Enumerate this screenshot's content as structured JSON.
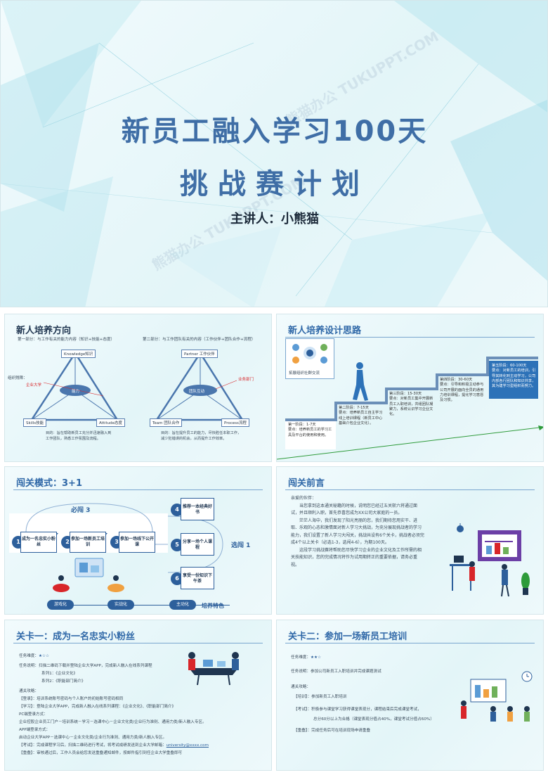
{
  "cover": {
    "title_line1": "新员工融入学习100天",
    "title_line2": "挑战赛计划",
    "speaker": "主讲人：小熊猫",
    "watermark": "熊猫办公 TUKUPPT.COM"
  },
  "slide2": {
    "title": "新人培养方向",
    "part1_heading": "第一部分：与工作有关的能力内容（知识+技能+态度）",
    "part2_heading": "第二部分：与工作团队有关的内容（工作伙伴+团队合作+流程）",
    "tri1": {
      "top": "Knowledge知识",
      "center": "能力",
      "left": "Skills技能",
      "right": "Attitude态度",
      "side": "组织残障：",
      "side_red": "企业大学"
    },
    "tri2": {
      "top": "Partner 工作伙伴",
      "center": "团队互动",
      "left": "Team 团队合作",
      "right": "Process流程",
      "side_red": "业务部门"
    },
    "note1": [
      "目的：旨在帮助新员工充分并迅速融入到",
      "工作团队，熟悉工作氛围及流程。"
    ],
    "note2": [
      "目的：旨在提升员工的能力，尽快胜任本职工作，",
      "减少犯错误的机会，从而提升工作效率。"
    ]
  },
  "slide3": {
    "title": "新人培养设计思路",
    "img_caption": "拓展组织社群交流",
    "steps": [
      {
        "title": "第一阶段：1-7天",
        "body": "要点：培养新员工的学习工具及平台的使用和使用。"
      },
      {
        "title": "第二阶段：7-15天",
        "body": "要点：培养新员工自主学习线上培训课程（新员工中心基础介包企业文化）。"
      },
      {
        "title": "第三阶段：15-30天",
        "body": "要点：对新员工集中开展新员工入职培训，共组团队凝聚力，系统认识学习企业文化。"
      },
      {
        "title": "第四阶段：30-60天",
        "body": "要点：引导和积极主动参与公司开展的面向全员的通用力培训课程，提化学习意愿及习惯。"
      },
      {
        "title": "第五阶段：60-100天",
        "body": "要点：对新员工的培训，引导其转化到主动学习，公司内部各行团队和知识共享，其为建学习型组织而努力。"
      }
    ]
  },
  "slide4": {
    "title": "闯关模式：3+1",
    "must": "必闯 3",
    "optional": "选闯 1",
    "must_items": [
      {
        "num": "1",
        "text": "成为一名忠实小粉丝"
      },
      {
        "num": "2",
        "text": "参加一场新员工培训"
      },
      {
        "num": "3",
        "text": "参加一场线下公开课"
      }
    ],
    "opt_items": [
      {
        "num": "4",
        "text": "推荐一本经典好书"
      },
      {
        "num": "5",
        "text": "分享一场个人课程"
      },
      {
        "num": "6",
        "text": "享受一份知识下午茶"
      }
    ],
    "pills": [
      "游戏化",
      "实战化",
      "主动化"
    ],
    "feature": "培养特色"
  },
  "slide5": {
    "title": "闯关前言",
    "paragraphs": [
      "亲爱的伙伴：",
      "当您拿到这本通关秘籍的时候，说明您已经过五关斩六将通过面试，并且顺利入职，首先恭喜您成为XX公司大家庭的一员。",
      "茫茫人海中，我们发现了阳光亮丽的您，我们期待您用实干、进取、乐观的心态和激情面对新人学习大挑战，为充分展现挑战者的学习能力，我们设置了新人学习大闯关，挑战共设有6个关卡，挑战者必须完成4个以上关卡（必选1-3，选闯4-6），为期100天。",
      "这段学习挑战赛将帮助您尽快学习企业的企业文化及工作所需的相关技能知识，您的完成情况将作为试用期转正的重要依据，请务必重视。"
    ]
  },
  "slide6": {
    "title": "关卡一：成为一名忠实小粉丝",
    "difficulty_label": "任务难度：",
    "difficulty": "★☆☆",
    "desc_label": "任务说明：",
    "desc": "扫描二维码下载并登陆企业大学APP，完成新人融入在线系列课程",
    "series1": "系列1：《企业文化》",
    "series2": "系列2：《职能部门简介》",
    "guide": "通关攻略：",
    "rows": [
      "【登录】：培训系统账号密码与个人账户的初始账号密码相同",
      "【学习】：登陆企业大学APP，完成新人融入在线系列课程：《企业文化》、《职能部门简介》",
      "PC端登录方式：",
      "企业控股企业员工门户－培训系统－学习－选课中心－企业文化类/企业行为准则、通用力类/新人融入专区。",
      "APP端登录方式：",
      "启动企业大学APP－选课中心－企业文化类/企业行为准则、通用力类/新人融入专区。",
      "【考试】：完成课程学习后，扫描二维码进行考试，将考试成绩发送到企业大学邮箱：",
      "【重叠】：审核通过后，工作人员会给您发送重叠通知邮件，按邮件指引到任企业大学重叠即可"
    ],
    "email": "university@xxxx.com"
  },
  "slide7": {
    "title": "关卡二：参加一场新员工培训",
    "difficulty_label": "任务难度：",
    "difficulty": "★★☆",
    "desc_label": "任务说明：",
    "desc": "参加公司新员工入职培训并完成课题测试",
    "guide": "通关攻略：",
    "rows": [
      "【培训】：参加新员工入职培训",
      "【考试】：积极参与课堂学习获得课堂表现分，课程结束后完成课堂考试，",
      "总分60分以上为合格（课堂表现分值占40%，课堂考试分值占60%）",
      "【重叠】：完成任务后可在培训现场申请重叠"
    ]
  },
  "colors": {
    "primary": "#2d5f9b",
    "title_blue": "#3f6ea6",
    "accent_red": "#d8262a",
    "green_line": "#2e9b3a"
  }
}
